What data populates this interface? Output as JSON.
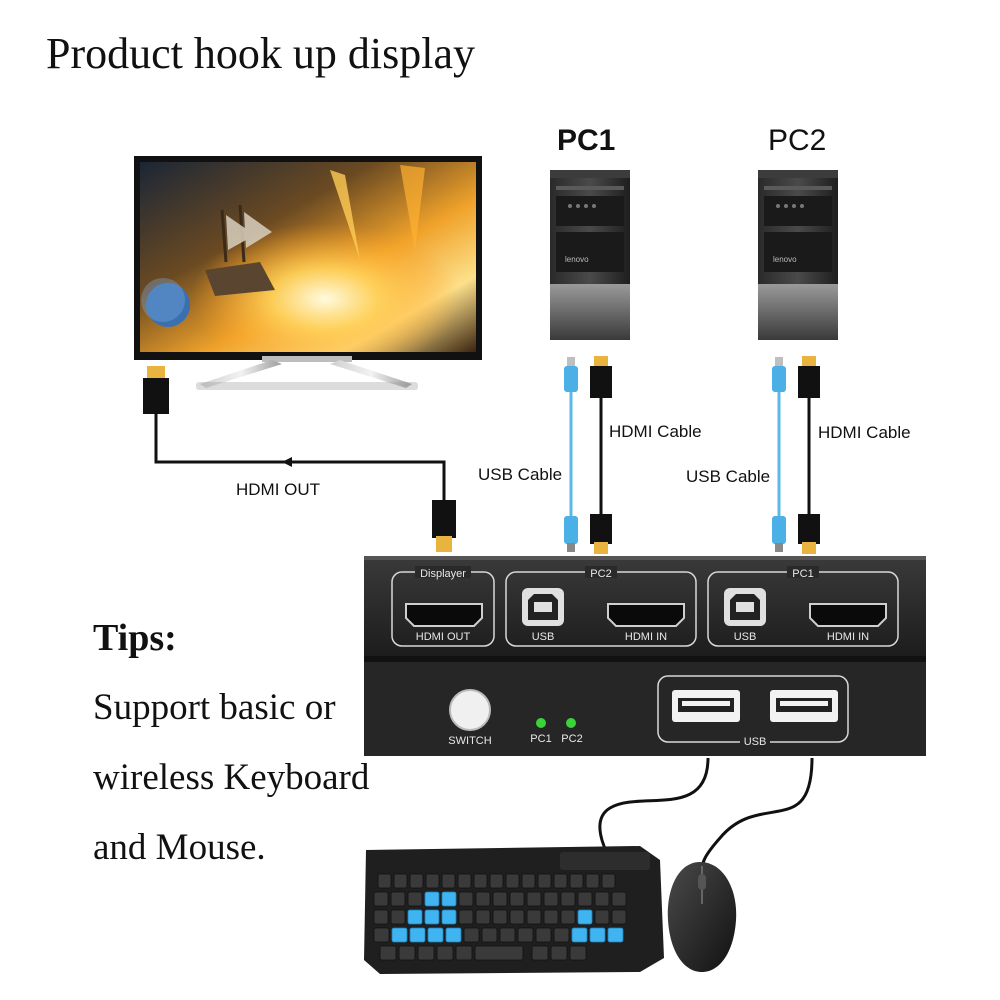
{
  "title": "Product hook up display",
  "pcs": {
    "pc1": "PC1",
    "pc2": "PC2"
  },
  "cables": {
    "hdmi_out": "HDMI OUT",
    "pc1_hdmi": "HDMI Cable",
    "pc1_usb": "USB Cable",
    "pc2_hdmi": "HDMI Cable",
    "pc2_usb": "USB Cable"
  },
  "switch_panel": {
    "displayer": "Displayer",
    "hdmi_out": "HDMI OUT",
    "pc2": "PC2",
    "pc1": "PC1",
    "usb": "USB",
    "hdmi_in": "HDMI IN",
    "switch": "SWITCH",
    "led_pc1": "PC1",
    "led_pc2": "PC2"
  },
  "tips": {
    "heading": "Tips:",
    "lines": [
      "Support basic or",
      "wireless Keyboard",
      "and Mouse."
    ]
  },
  "tower_brand": "lenovo",
  "colors": {
    "usb_cable": "#5bb8e8",
    "hdmi_cable": "#111111",
    "hdmi_plug_gold": "#e9b340",
    "switch_body": "#2a2a2a",
    "led_green": "#3ad43a",
    "key_blue": "#3fb4f0"
  }
}
